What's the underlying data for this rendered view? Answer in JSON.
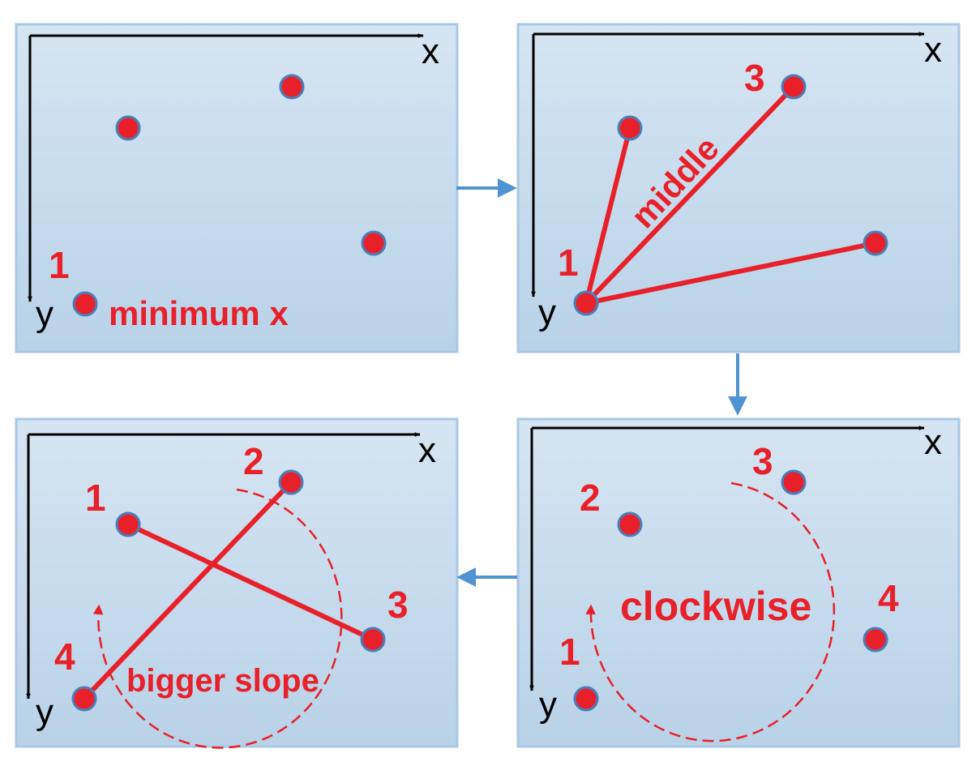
{
  "colors": {
    "panel_fill_top": "#d6e5f2",
    "panel_fill_bottom": "#b9d2e8",
    "panel_border": "#a9c8e6",
    "point_fill": "#e8202a",
    "point_stroke": "#4a7ebb",
    "red": "#e8202a",
    "flow_arrow": "#4f93d0",
    "axis": "#000000"
  },
  "axes": {
    "x_label": "x",
    "y_label": "y"
  },
  "panels": [
    {
      "numbers": {
        "n1": "1"
      },
      "caption": "minimum x"
    },
    {
      "numbers": {
        "n1": "1",
        "n3": "3"
      },
      "caption": "middle"
    },
    {
      "numbers": {
        "n1": "1",
        "n2": "2",
        "n3": "3",
        "n4": "4"
      },
      "caption": "clockwise"
    },
    {
      "numbers": {
        "n1": "1",
        "n2": "2",
        "n3": "3",
        "n4": "4"
      },
      "caption": "bigger slope"
    }
  ]
}
